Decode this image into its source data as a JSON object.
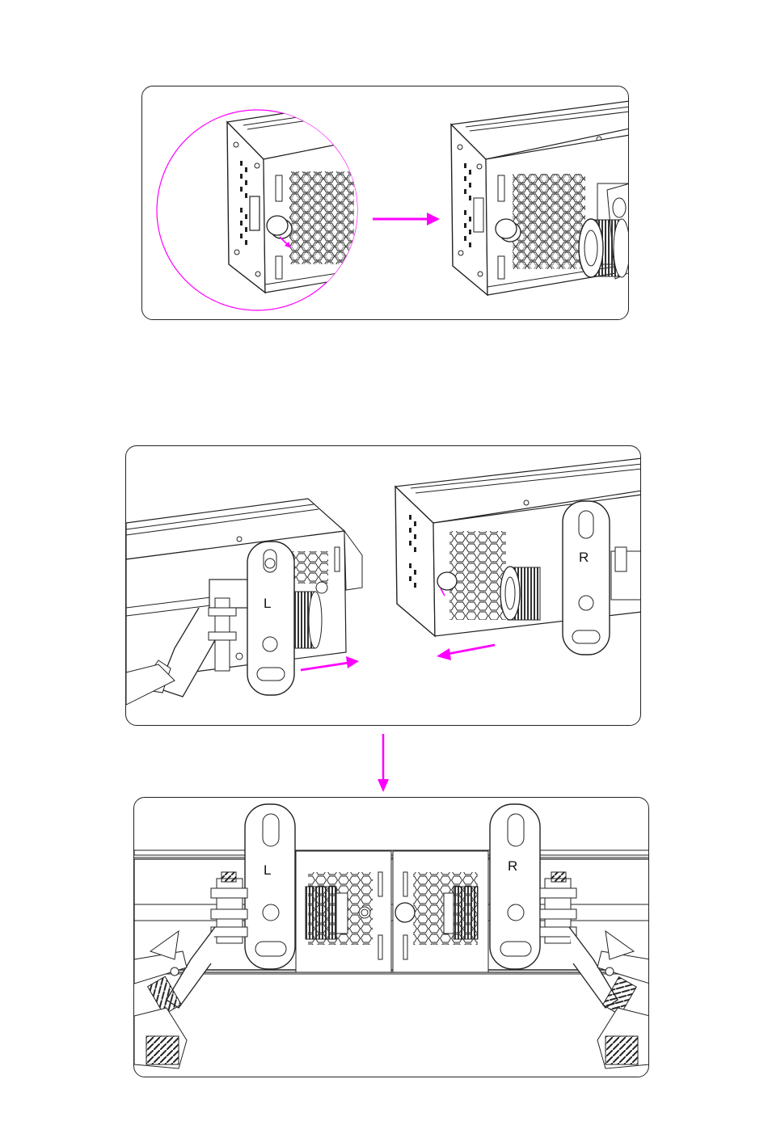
{
  "colors": {
    "accent": "#ff00ff",
    "line": "#222222",
    "background": "#ffffff"
  },
  "steps": [
    {
      "id": "step-1",
      "description": "pull-pin-and-attach-knob"
    },
    {
      "id": "step-2",
      "description": "slide-bars-together"
    },
    {
      "id": "step-3",
      "description": "joined-bars-with-clamps"
    }
  ],
  "labels": {
    "left_bracket": "L",
    "right_bracket": "R"
  },
  "icons": [
    "arrow-right-icon",
    "arrow-down-icon",
    "knob-icon",
    "pin-icon",
    "clamp-icon",
    "bracket-icon"
  ]
}
